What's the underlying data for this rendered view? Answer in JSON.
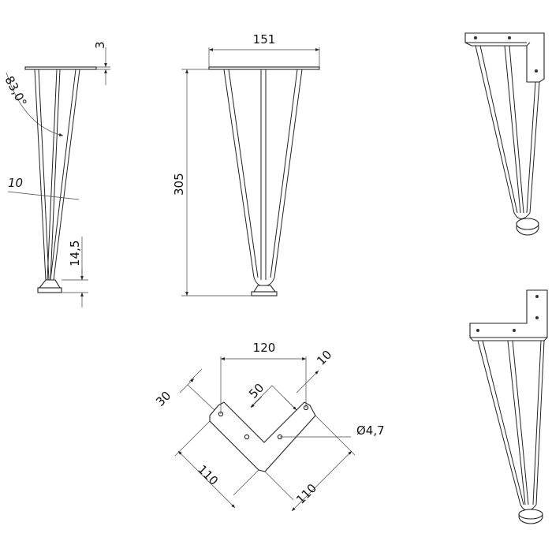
{
  "dimensions": {
    "plate_thickness": "3",
    "leg_angle": "83,0°",
    "rod_spacing": "10",
    "foot_height": "14,5",
    "leg_width": "151",
    "leg_height": "305",
    "plate_span": "120",
    "hole_offset": "50",
    "plate_flange_width": "30",
    "plate_edge_offset": "10",
    "hole_diameter": "Ø4,7",
    "plate_arm_left": "110",
    "plate_arm_right": "110"
  }
}
